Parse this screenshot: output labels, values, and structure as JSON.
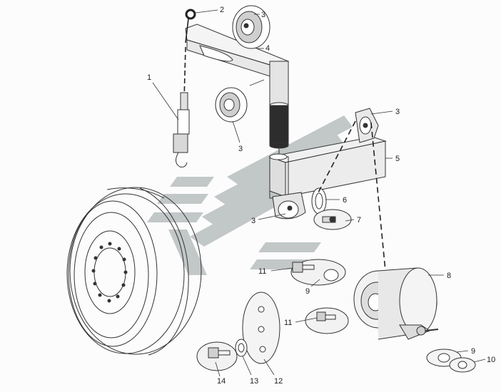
{
  "diagram": {
    "callouts": [
      {
        "id": "c1",
        "text": "1"
      },
      {
        "id": "c2",
        "text": "2"
      },
      {
        "id": "c3a",
        "text": "3"
      },
      {
        "id": "c4",
        "text": "4"
      },
      {
        "id": "c3b",
        "text": "3"
      },
      {
        "id": "c3c",
        "text": "3"
      },
      {
        "id": "c5",
        "text": "5"
      },
      {
        "id": "c6",
        "text": "6"
      },
      {
        "id": "c3d",
        "text": "3"
      },
      {
        "id": "c7",
        "text": "7"
      },
      {
        "id": "c8",
        "text": "8"
      },
      {
        "id": "c11a",
        "text": "11"
      },
      {
        "id": "c9a",
        "text": "9"
      },
      {
        "id": "c11b",
        "text": "11"
      },
      {
        "id": "c9b",
        "text": "9"
      },
      {
        "id": "c10",
        "text": "10"
      },
      {
        "id": "c12",
        "text": "12"
      },
      {
        "id": "c13",
        "text": "13"
      },
      {
        "id": "c14",
        "text": "14"
      }
    ],
    "colors": {
      "line": "#333333",
      "watermark": "#b9bec0",
      "background": "#fcfcfc"
    },
    "watermark_icon": "stylized-s-logo-icon"
  }
}
